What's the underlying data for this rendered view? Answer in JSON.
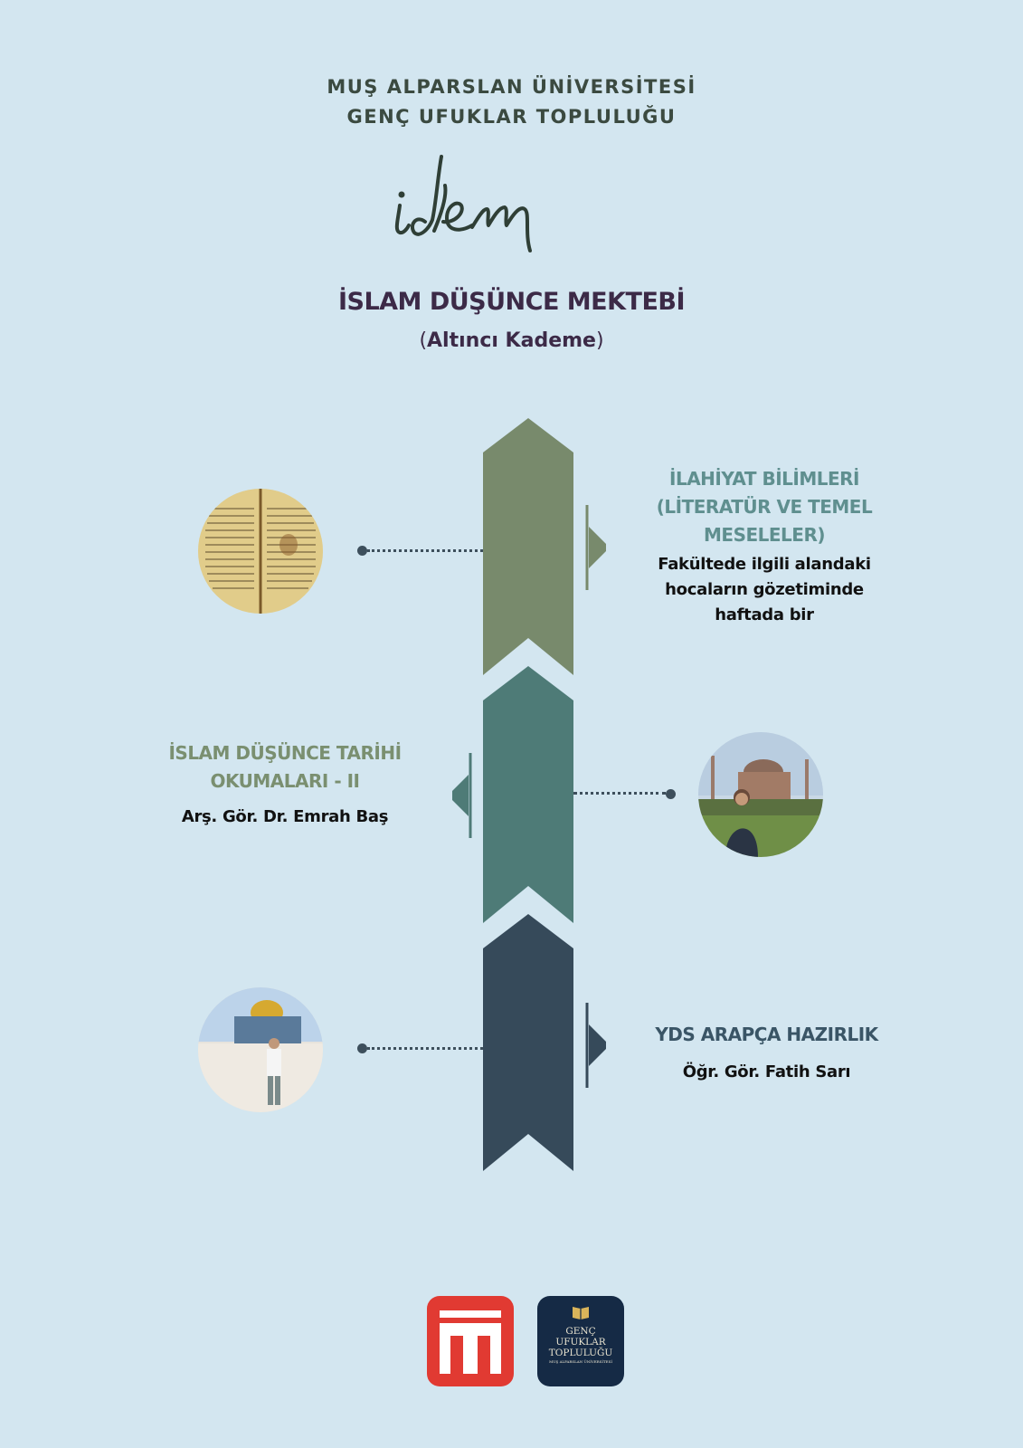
{
  "header": {
    "university": "MUŞ ALPARSLAN ÜNİVERSİTESİ",
    "community": "GENÇ UFUKLAR TOPLULUĞU",
    "brand": "idem",
    "title": "İSLAM DÜŞÜNCE MEKTEBİ",
    "subtitle_open": "(",
    "subtitle": "Altıncı Kademe",
    "subtitle_close": ")"
  },
  "colors": {
    "background": "#d3e6f0",
    "arrow_1": "#788a6c",
    "arrow_2": "#4e7b77",
    "arrow_3": "#364a5a",
    "topic_1_title": "#5f8f8f",
    "topic_2_title": "#7a8f70",
    "topic_3_title": "#3a5566"
  },
  "topics": [
    {
      "title_lines": [
        "İLAHİYAT BİLİMLERİ",
        "(LİTERATÜR VE TEMEL",
        "MESELELER)"
      ],
      "info_lines": [
        "Fakültede ilgili alandaki",
        "hocaların gözetiminde",
        "haftada bir"
      ],
      "image": "old-manuscript-photo"
    },
    {
      "title_lines": [
        "İSLAM DÜŞÜNCE TARİHİ",
        "OKUMALARI - II"
      ],
      "info_lines": [
        "Arş. Gör. Dr. Emrah Baş"
      ],
      "image": "hagia-sophia-portrait-photo"
    },
    {
      "title_lines": [
        "YDS ARAPÇA HAZIRLIK"
      ],
      "info_lines": [
        "Öğr. Gör. Fatih Sarı"
      ],
      "image": "dome-of-the-rock-portrait-photo"
    }
  ],
  "footer": {
    "logo_1": "university-logo",
    "logo_2_lines": [
      "GENÇ",
      "UFUKLAR",
      "TOPLULUĞU",
      "MUŞ ALPARSLAN ÜNİVERSİTESİ"
    ]
  }
}
